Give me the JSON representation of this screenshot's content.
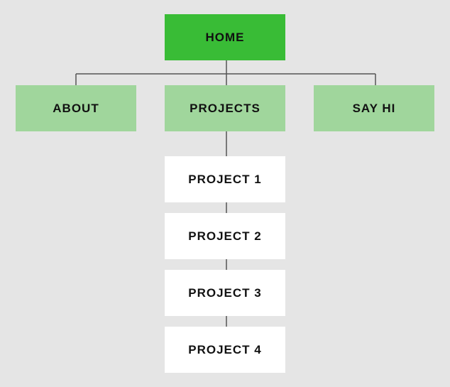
{
  "colors": {
    "background": "#e5e5e5",
    "root_fill": "#39bc36",
    "section_fill": "#a0d69c",
    "subpage_fill": "#ffffff",
    "connector": "#555555"
  },
  "sitemap": {
    "home": {
      "label": "HOME"
    },
    "sections": [
      {
        "label": "ABOUT"
      },
      {
        "label": "PROJECTS"
      },
      {
        "label": "SAY HI"
      }
    ],
    "projects": [
      {
        "label": "PROJECT 1"
      },
      {
        "label": "PROJECT 2"
      },
      {
        "label": "PROJECT 3"
      },
      {
        "label": "PROJECT 4"
      }
    ]
  }
}
